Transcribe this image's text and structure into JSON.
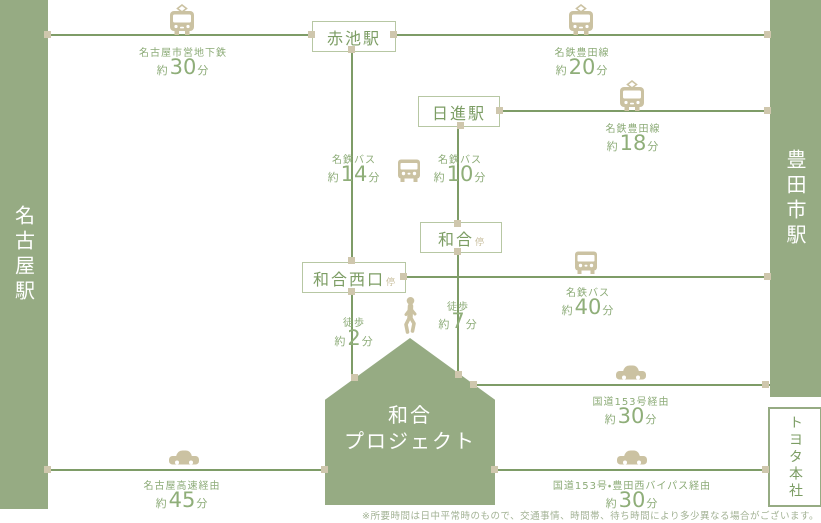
{
  "terminals": {
    "nagoya": "名古屋駅",
    "toyotashi": "豊田市駅",
    "toyota_hq": "トヨタ本社"
  },
  "stations": {
    "akaike": "赤池駅",
    "nisshin": "日進駅",
    "wago": "和合",
    "wago_suffix": "停",
    "wago_nishiguchi": "和合西口",
    "wago_nishiguchi_suffix": "停"
  },
  "project": {
    "line1": "和合",
    "line2": "プロジェクト"
  },
  "routes": {
    "subway_nagoya": {
      "via": "名古屋市営地下鉄",
      "about": "約",
      "minutes": "30",
      "unit": "分",
      "mode": "train"
    },
    "meitetsu_toyota_line_20": {
      "via": "名鉄豊田線",
      "about": "約",
      "minutes": "20",
      "unit": "分",
      "mode": "train"
    },
    "meitetsu_toyota_line_18": {
      "via": "名鉄豊田線",
      "about": "約",
      "minutes": "18",
      "unit": "分",
      "mode": "train"
    },
    "meitetsu_bus_14": {
      "via": "名鉄バス",
      "about": "約",
      "minutes": "14",
      "unit": "分",
      "mode": "bus"
    },
    "meitetsu_bus_10": {
      "via": "名鉄バス",
      "about": "約",
      "minutes": "10",
      "unit": "分",
      "mode": "bus"
    },
    "meitetsu_bus_40": {
      "via": "名鉄バス",
      "about": "約",
      "minutes": "40",
      "unit": "分",
      "mode": "bus"
    },
    "walk_7": {
      "via": "徒歩",
      "about": "約",
      "minutes": "7",
      "unit": "分",
      "mode": "walk"
    },
    "walk_2": {
      "via": "徒歩",
      "about": "約",
      "minutes": "2",
      "unit": "分",
      "mode": "walk"
    },
    "route_153": {
      "via": "国道153号経由",
      "about": "約",
      "minutes": "30",
      "unit": "分",
      "mode": "car"
    },
    "nagoya_expressway": {
      "via": "名古屋高速経由",
      "about": "約",
      "minutes": "45",
      "unit": "分",
      "mode": "car"
    },
    "route_153_bypass": {
      "via": "国道153号・豊田西バイパス経由",
      "about": "約",
      "minutes": "30",
      "unit": "分",
      "mode": "car"
    }
  },
  "note": "※所要時間は日中平常時のもので、交通事情、時間帯、待ち時間により多少異なる場合がございます。",
  "colors": {
    "bar_green": "#96ab83",
    "line_green": "#7e9c67",
    "station_text_green": "#7c9d64",
    "label_green": "#8cab77",
    "icon_beige": "#cbc2a2",
    "connector_beige": "#cfc7ad",
    "background": "#ffffff"
  }
}
